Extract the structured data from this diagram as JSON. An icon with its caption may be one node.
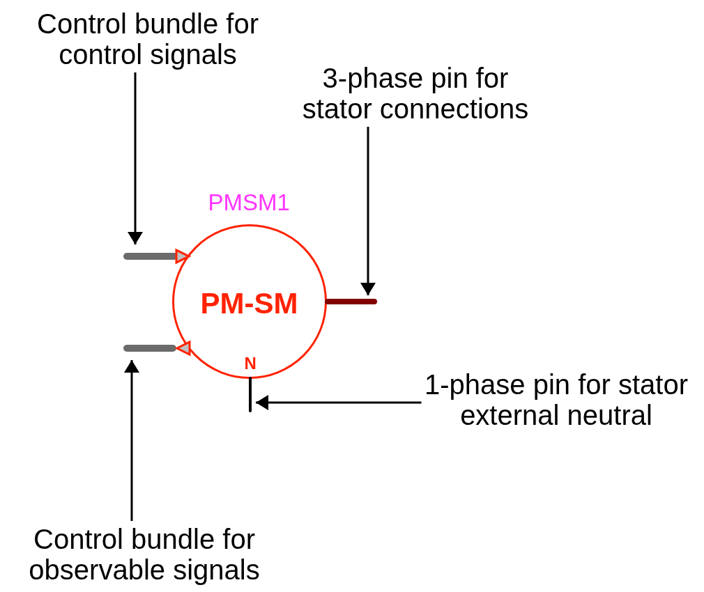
{
  "diagram": {
    "nodes": [
      {
        "text": [
          "Control bundle for control signals"
        ]
      },
      {
        "text": [
          "3-phase pin for stator connections"
        ]
      },
      {
        "text": [
          "PM-SM"
        ],
        "beside": [
          "PMSM1"
        ]
      },
      {
        "text": [],
        "shape": "bar"
      },
      {
        "text": [],
        "shape": "bar"
      },
      {
        "text": [],
        "shape": "bar"
      },
      {
        "text": [],
        "shape": "bar"
      },
      {
        "text": [
          "1-phase pin for stator external neutral"
        ]
      },
      {
        "text": [
          "Control bundle for observable signals"
        ]
      }
    ],
    "edges": [
      {
        "from": 0,
        "to": 3,
        "arrow": "to"
      },
      {
        "from": 1,
        "to": 4,
        "arrow": "to"
      },
      {
        "from": 7,
        "to": 6,
        "arrow": "to"
      },
      {
        "from": 8,
        "to": 5,
        "arrow": "to"
      }
    ],
    "labels": [
      "N"
    ]
  }
}
